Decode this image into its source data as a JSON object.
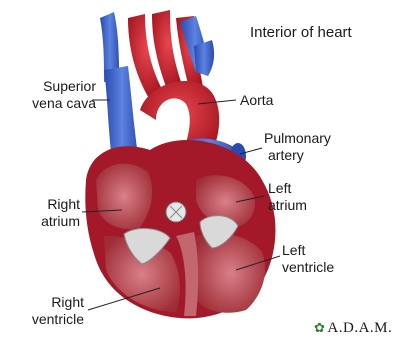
{
  "title": "Interior of heart",
  "labels": {
    "superior_vena_cava": [
      "Superior",
      "vena cava"
    ],
    "aorta": "Aorta",
    "pulmonary_artery": [
      "Pulmonary",
      "artery"
    ],
    "left_atrium": [
      "Left",
      "atrium"
    ],
    "right_atrium": [
      "Right",
      "atrium"
    ],
    "left_ventricle": [
      "Left",
      "ventricle"
    ],
    "right_ventricle": [
      "Right",
      "ventricle"
    ]
  },
  "brand": "A.D.A.M.",
  "colors": {
    "vein_blue": "#3c5fc4",
    "artery_red": "#d1232f",
    "muscle_dark": "#8e1c22",
    "chamber_pink": "#c8606a",
    "valve_gray": "#d9d9d9",
    "leader_line": "#222222"
  }
}
